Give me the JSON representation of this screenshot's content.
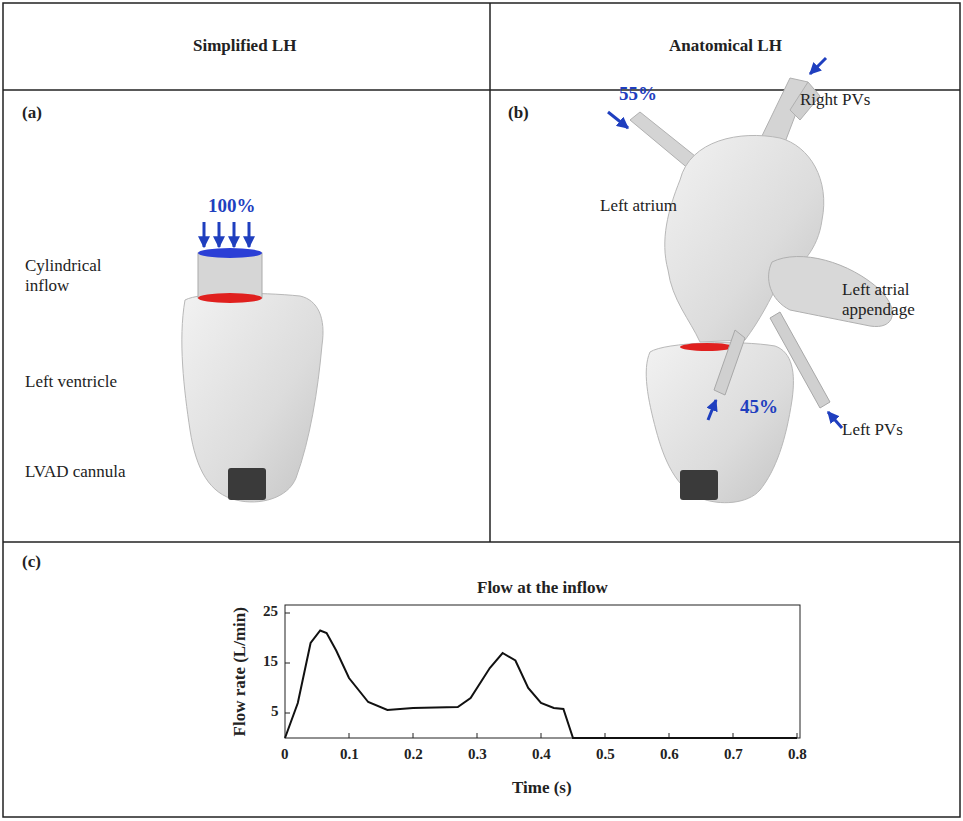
{
  "diagram": {
    "labels": [
      "Simplified LH",
      "Anatomical LH",
      "(a)",
      "100%",
      "Cylindrical inflow",
      "Left ventricle",
      "LVAD cannula",
      "(b)",
      "55%",
      "Right PVs",
      "Left atrium",
      "Left atrial appendage",
      "45%",
      "Left PVs",
      "(c)",
      "Flow at the inflow",
      "Flow rate (L/min)",
      "Time (s)",
      "25",
      "15",
      "5",
      "0",
      "0.1",
      "0.2",
      "0.3",
      "0.4",
      "0.5",
      "0.6",
      "0.7",
      "0.8"
    ]
  }
}
